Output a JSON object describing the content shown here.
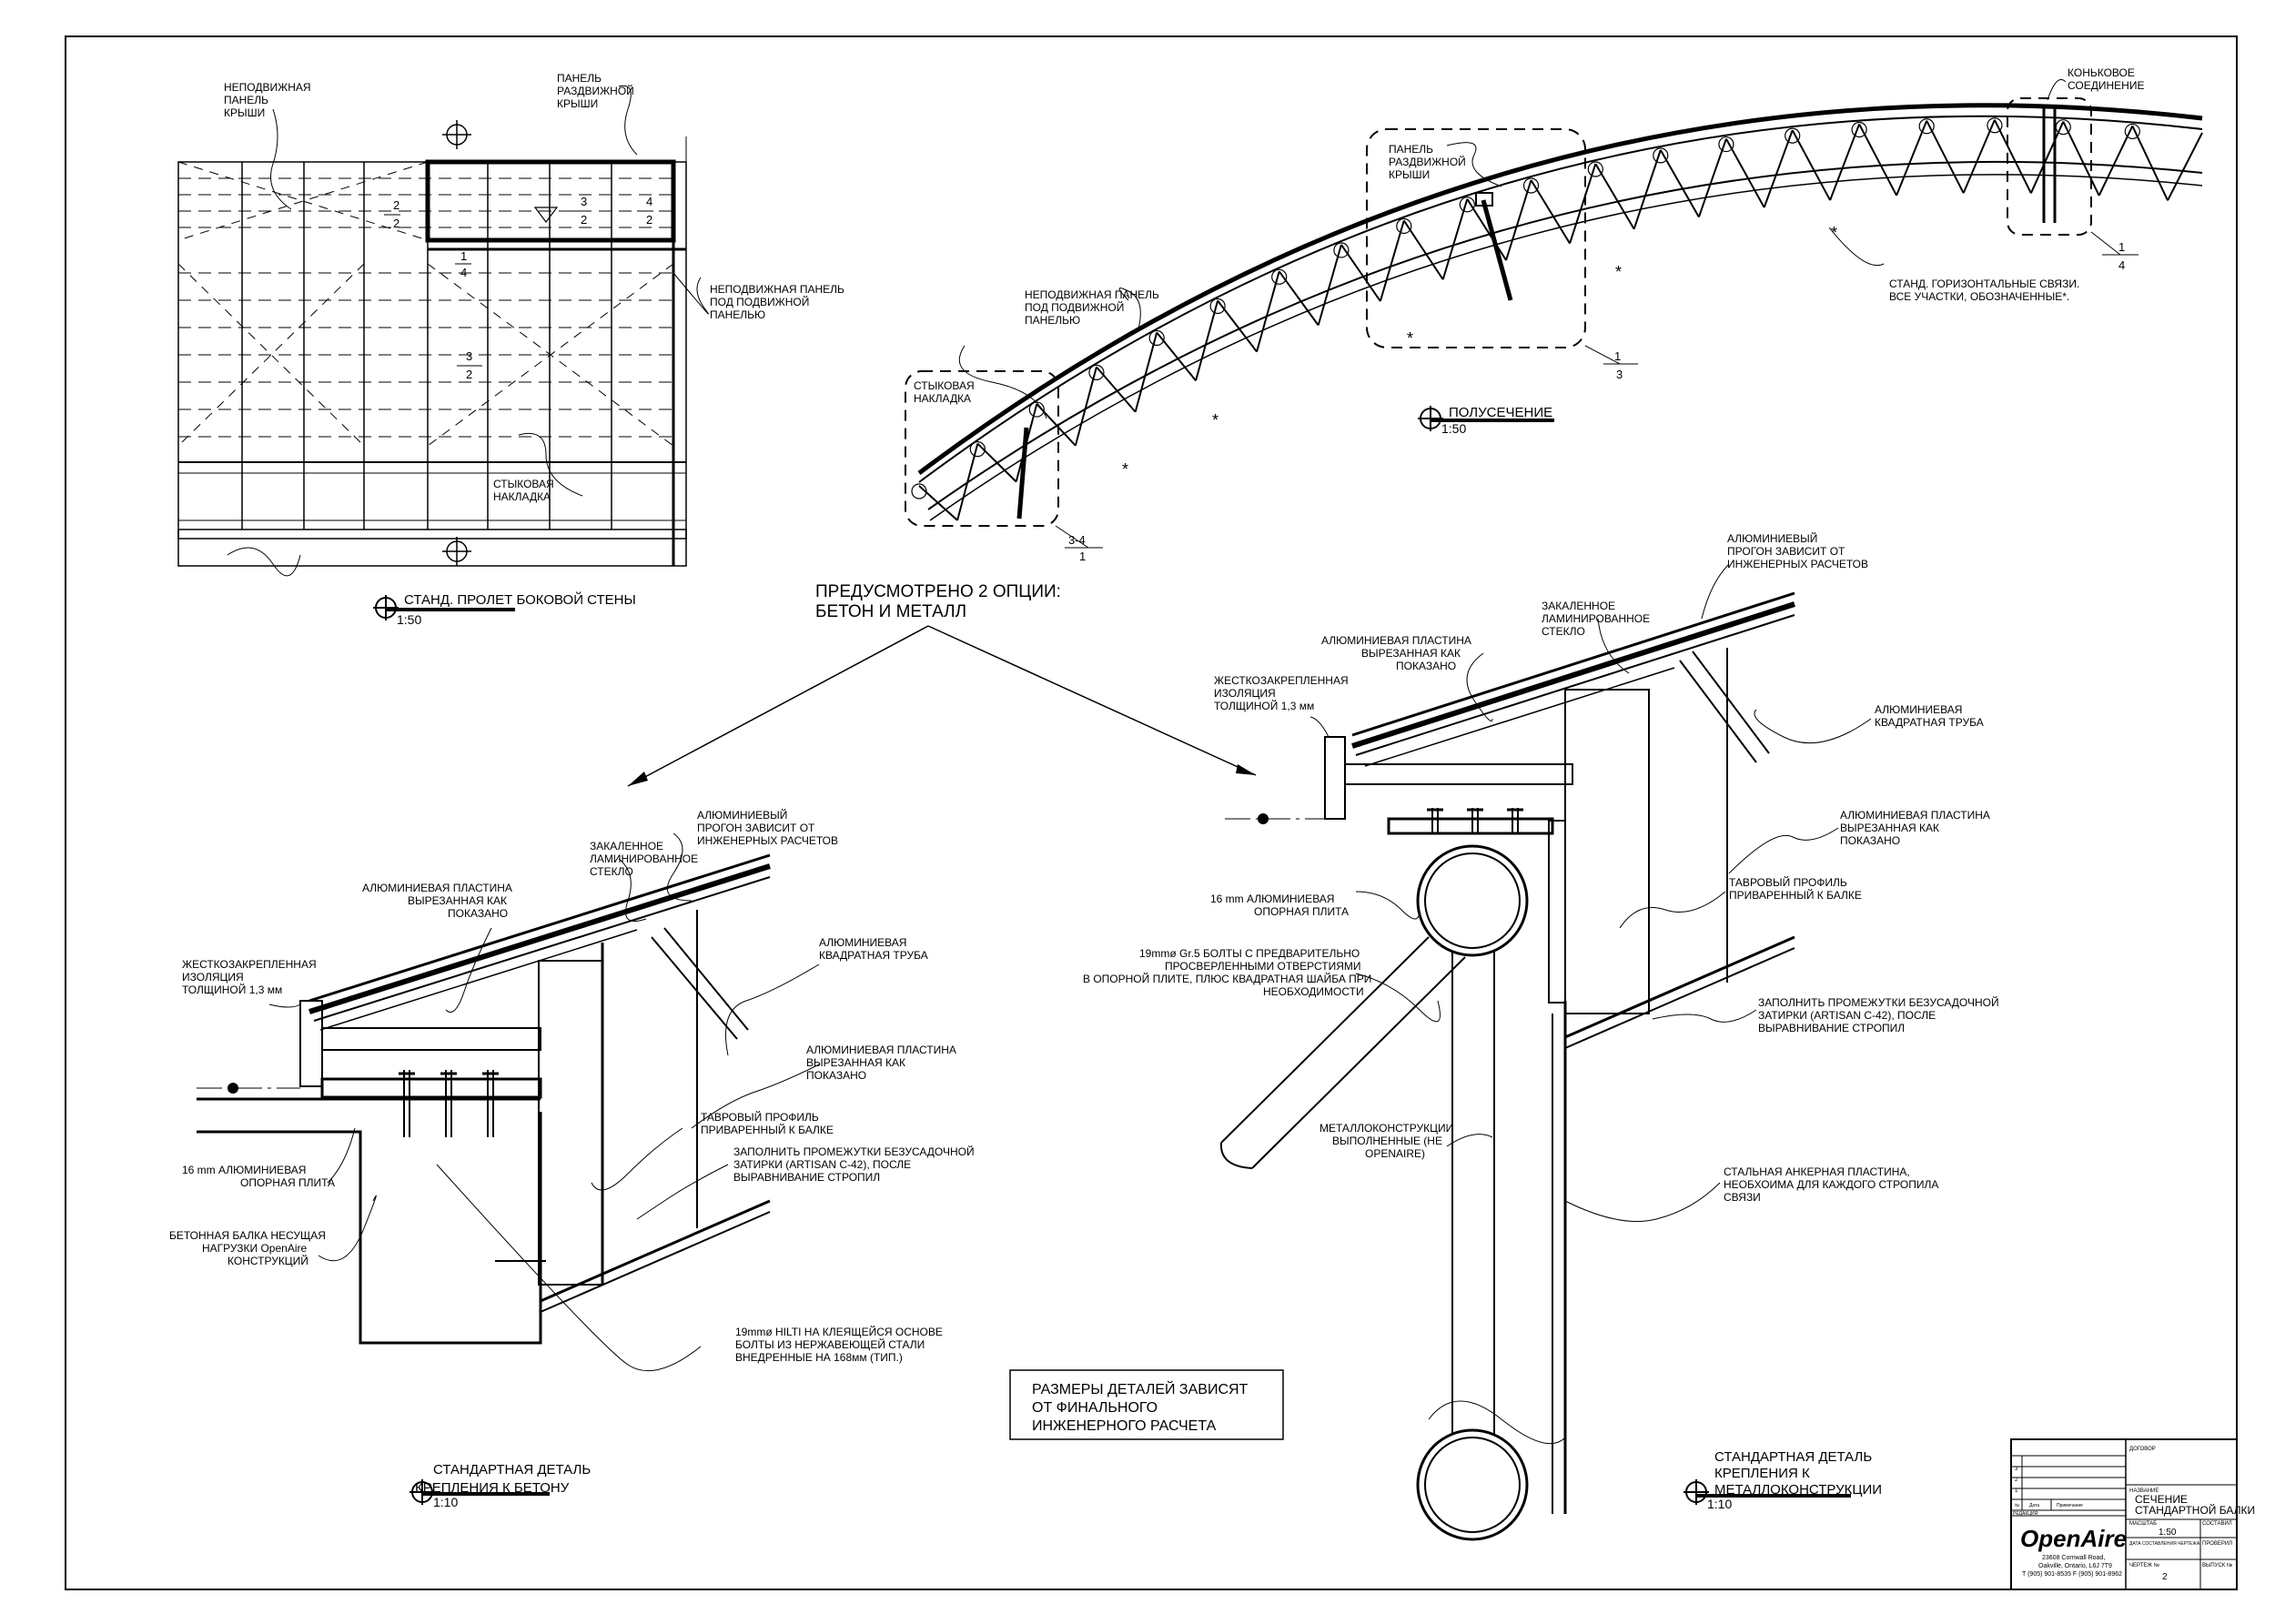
{
  "side_wall": {
    "label_fixed_panel": [
      "НЕПОДВИЖНАЯ",
      "ПАНЕЛЬ",
      "КРЫШИ"
    ],
    "label_sliding_panel": [
      "ПАНЕЛЬ",
      "РАЗДВИЖНОЙ",
      "КРЫШИ"
    ],
    "label_fixed_under": [
      "НЕПОДВИЖНАЯ ПАНЕЛЬ",
      "ПОД ПОДВИЖНОЙ",
      "ПАНЕЛЬЮ"
    ],
    "label_splice": [
      "СТЫКОВАЯ",
      "НАКЛАДКА"
    ],
    "ref_2_top": "2",
    "ref_2_bot": "2",
    "ref_3_top": "3",
    "ref_3_bot": "2",
    "ref_4_top": "4",
    "ref_4_bot": "2",
    "ref_1_top": "1",
    "ref_1_bot": "4",
    "ref_5_top": "3",
    "ref_5_bot": "2",
    "title": "СТАНД. ПРОЛЕТ БОКОВОЙ СТЕНЫ",
    "scale": "1:50"
  },
  "half_section": {
    "label_ridge": [
      "КОНЬКОВОЕ",
      "СОЕДИНЕНИЕ"
    ],
    "label_sliding": [
      "ПАНЕЛЬ",
      "РАЗДВИЖНОЙ",
      "КРЫШИ"
    ],
    "label_fixed": [
      "НЕПОДВИЖНАЯ ПАНЕЛЬ",
      "ПОД ПОДВИЖНОЙ",
      "ПАНЕЛЬЮ"
    ],
    "label_splice": [
      "СТЫКОВАЯ",
      "НАКЛАДКА"
    ],
    "label_bracing": [
      "СТАНД. ГОРИЗОНТАЛЬНЫЕ СВЯЗИ.",
      "ВСЕ УЧАСТКИ, ОБОЗНАЧЕННЫЕ*."
    ],
    "ref_ridge_top": "1",
    "ref_ridge_bot": "4",
    "ref_sliding_top": "1",
    "ref_sliding_bot": "3",
    "ref_splice_top": "3-4",
    "ref_splice_bot": "1",
    "title": "ПОЛУСЕЧЕНИЕ",
    "scale": "1:50"
  },
  "options_note": [
    "ПРЕДУСМОТРЕНО 2 ОПЦИИ:",
    "БЕТОН     И       МЕТАЛЛ"
  ],
  "concrete": {
    "purlin": [
      "АЛЮМИНИЕВЫЙ",
      "ПРОГОН ЗАВИСИТ ОТ",
      "ИНЖЕНЕРНЫХ РАСЧЕТОВ"
    ],
    "glass": [
      "ЗАКАЛЕННОЕ",
      "ЛАМИНИРОВАННОЕ",
      "СТЕКЛО"
    ],
    "plate": [
      "АЛЮМИНИЕВАЯ ПЛАСТИНА",
      "ВЫРЕЗАННАЯ КАК",
      "ПОКАЗАНО"
    ],
    "insulation": [
      "ЖЕСТКОЗАКРЕПЛЕННАЯ",
      "ИЗОЛЯЦИЯ",
      "ТОЛЩИНОЙ 1,3  мм"
    ],
    "tube": [
      "АЛЮМИНИЕВАЯ",
      "КВАДРАТНАЯ ТРУБА"
    ],
    "plate2": [
      "АЛЮМИНИЕВАЯ ПЛАСТИНА",
      "ВЫРЕЗАННАЯ КАК",
      "ПОКАЗАНО"
    ],
    "tee": [
      "ТАВРОВЫЙ ПРОФИЛЬ",
      "ПРИВАРЕННЫЙ К БАЛКЕ"
    ],
    "grout": [
      "ЗАПОЛНИТЬ ПРОМЕЖУТКИ БЕЗУСАДОЧНОЙ",
      "ЗАТИРКИ (ARTISAN C-42), ПОСЛЕ",
      "ВЫРАВНИВАНИЕ СТРОПИЛ"
    ],
    "base_plate": [
      "16  mm  АЛЮМИНИЕВАЯ",
      "ОПОРНАЯ ПЛИТА"
    ],
    "beam": [
      "БЕТОННАЯ БАЛКА НЕСУЩАЯ",
      "НАГРУЗКИ OpenAire",
      "КОНСТРУКЦИЙ"
    ],
    "hilti": [
      "19mmø HILTI НА КЛЕЯЩЕЙСЯ ОСНОВЕ",
      "БОЛТЫ ИЗ НЕРЖАВЕЮЩЕЙ СТАЛИ",
      "ВНЕДРЕННЫЕ НА 168мм (ТИП.)"
    ],
    "title": [
      "СТАНДАРТНАЯ  ДЕТАЛЬ",
      "КРЕПЛЕНИЯ  К  БЕТОНУ"
    ],
    "scale": "1:10"
  },
  "metal": {
    "purlin": [
      "АЛЮМИНИЕВЫЙ",
      "ПРОГОН ЗАВИСИТ ОТ",
      "ИНЖЕНЕРНЫХ РАСЧЕТОВ"
    ],
    "glass": [
      "ЗАКАЛЕННОЕ",
      "ЛАМИНИРОВАННОЕ",
      "СТЕКЛО"
    ],
    "plate": [
      "АЛЮМИНИЕВАЯ ПЛАСТИНА",
      "ВЫРЕЗАННАЯ КАК",
      "ПОКАЗАНО"
    ],
    "insulation": [
      "ЖЕСТКОЗАКРЕПЛЕННАЯ",
      "ИЗОЛЯЦИЯ",
      "ТОЛЩИНОЙ 1,3  мм"
    ],
    "tube": [
      "АЛЮМИНИЕВАЯ",
      "КВАДРАТНАЯ ТРУБА"
    ],
    "plate2": [
      "АЛЮМИНИЕВАЯ ПЛАСТИНА",
      "ВЫРЕЗАННАЯ КАК",
      "ПОКАЗАНО"
    ],
    "tee": [
      "ТАВРОВЫЙ ПРОФИЛЬ",
      "ПРИВАРЕННЫЙ К БАЛКЕ"
    ],
    "grout": [
      "ЗАПОЛНИТЬ ПРОМЕЖУТКИ БЕЗУСАДОЧНОЙ",
      "ЗАТИРКИ (ARTISAN C-42), ПОСЛЕ",
      "ВЫРАВНИВАНИЕ СТРОПИЛ"
    ],
    "base_plate": [
      "16  mm  АЛЮМИНИЕВАЯ",
      "ОПОРНАЯ ПЛИТА"
    ],
    "bolts": [
      "19mmø Gr.5  БОЛТЫ   С ПРЕДВАРИТЕЛЬНО",
      "ПРОСВЕРЛЕННЫМИ ОТВЕРСТИЯМИ",
      "В ОПОРНОЙ ПЛИТЕ, ПЛЮС КВАДРАТНАЯ ШАЙБА ПРИ",
      "НЕОБХОДИМОСТИ"
    ],
    "steelwork": [
      "МЕТАЛЛОКОНСТРУКЦИИ",
      "ВЫПОЛНЕННЫЕ (НЕ",
      "OPENAIRE)"
    ],
    "anchor": [
      "СТАЛЬНАЯ  АНКЕРНАЯ  ПЛАСТИНА,",
      "НЕОБХОИМА  ДЛЯ  КАЖДОГО СТРОПИЛА",
      "СВЯЗИ"
    ],
    "title": [
      "СТАНДАРТНАЯ  ДЕТАЛЬ",
      "КРЕПЛЕНИЯ  К",
      "МЕТАЛЛОКОНСТРУКЦИИ"
    ],
    "scale": "1:10"
  },
  "dimensions_note": [
    "РАЗМЕРЫ  ДЕТАЛЕЙ  ЗАВИСЯТ",
    "ОТ  ФИНАЛЬНОГО",
    "ИНЖЕНЕРНОГО  РАСЧЕТА"
  ],
  "title_block": {
    "contract_label": "ДОГОВОР",
    "name_label": "НАЗВАНИЕ",
    "name_value": [
      "СЕЧЕНИЕ",
      "СТАНДАРТНОЙ  БАЛКИ"
    ],
    "scale_label": "МАСШТАБ",
    "scale_value": "1:50",
    "drawn_label": "СОСТАВИЛ",
    "date_label": "ДАТА СОСТАВЛЕНИЯ ЧЕРТЕЖА",
    "checked_label": "ПРОВЕРИЛ",
    "sheet_label": "ЧЕРТЕЖ №",
    "sheet_value": "2",
    "issue_label": "ВЫПУСК №",
    "rev_rows": [
      "3",
      "2",
      "1"
    ],
    "rev_no": "№",
    "rev_date": "Дата",
    "rev_note": "Примечание",
    "rev_label": "РЕДАКЦИЯ",
    "logo_text": "OpenAire",
    "address": [
      "23608 Cornwall Road,",
      "Oakville, Ontario, L6J 7T9",
      "T (905) 901-8535  F (905) 901-8962"
    ]
  }
}
